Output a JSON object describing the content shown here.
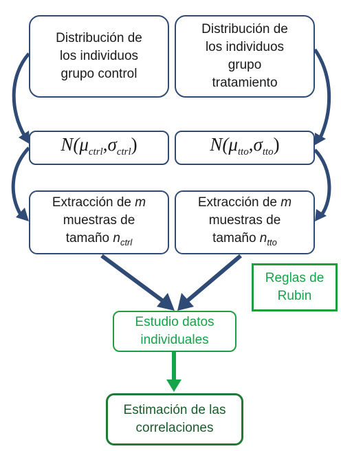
{
  "nodes": {
    "dist_control": {
      "lines": [
        "Distribución de",
        "los individuos",
        "grupo control"
      ]
    },
    "dist_treatment": {
      "lines": [
        "Distribución de",
        "los individuos",
        "grupo",
        "tratamiento"
      ]
    },
    "normal_control": {
      "fn": "N(",
      "mu": "μ",
      "mu_sub": "ctrl",
      "comma": ",",
      "sigma": "σ",
      "sigma_sub": "ctrl",
      "close": ")"
    },
    "normal_treatment": {
      "fn": "N(",
      "mu": "μ",
      "mu_sub": "tto",
      "comma": ",",
      "sigma": "σ",
      "sigma_sub": "tto",
      "close": ")"
    },
    "extract_control": {
      "line1": "Extracción de ",
      "m": "m",
      "line2": "muestras de",
      "line3": "tamaño ",
      "n": "n",
      "n_sub": "ctrl"
    },
    "extract_treatment": {
      "line1": "Extracción de ",
      "m": "m",
      "line2": "muestras de",
      "line3": "tamaño ",
      "n": "n",
      "n_sub": "tto"
    },
    "rubin": {
      "lines": [
        "Reglas de",
        "Rubin"
      ]
    },
    "study": {
      "lines": [
        "Estudio datos",
        "individuales"
      ]
    },
    "estimation": {
      "lines": [
        "Estimación de las",
        "correlaciones"
      ]
    }
  },
  "colors": {
    "blue": "#2f4a74",
    "green": "#1f9e3e",
    "dark_green": "#1e7a34"
  }
}
